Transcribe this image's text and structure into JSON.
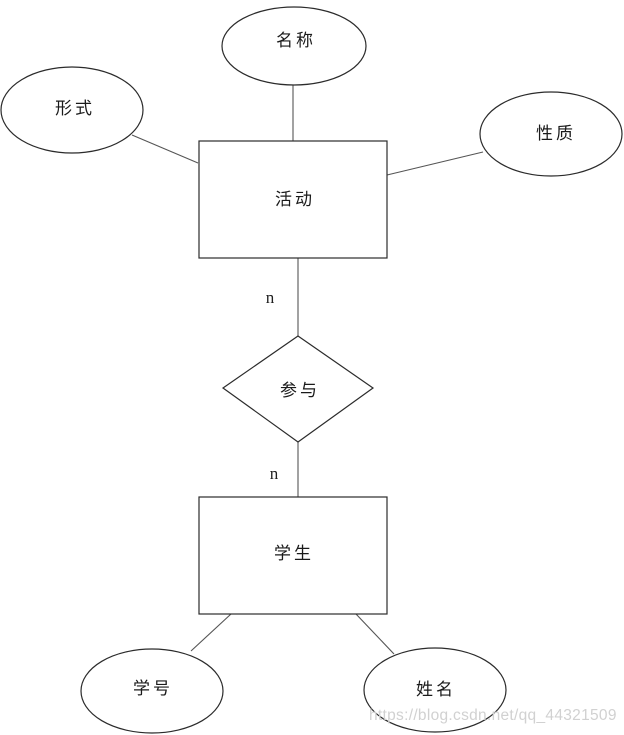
{
  "diagram": {
    "kind": "entity-relationship",
    "nodes": [
      {
        "id": "mingcheng",
        "type": "attribute",
        "shape": "ellipse",
        "label": "名称"
      },
      {
        "id": "xingshi",
        "type": "attribute",
        "shape": "ellipse",
        "label": "形式"
      },
      {
        "id": "xingzhi",
        "type": "attribute",
        "shape": "ellipse",
        "label": "性质"
      },
      {
        "id": "huodong",
        "type": "entity",
        "shape": "rectangle",
        "label": "活动"
      },
      {
        "id": "canyu",
        "type": "relationship",
        "shape": "diamond",
        "label": "参与"
      },
      {
        "id": "xuesheng",
        "type": "entity",
        "shape": "rectangle",
        "label": "学生"
      },
      {
        "id": "xuehao",
        "type": "attribute",
        "shape": "ellipse",
        "label": "学号"
      },
      {
        "id": "xingming",
        "type": "attribute",
        "shape": "ellipse",
        "label": "姓名"
      }
    ],
    "edges": [
      {
        "from": "名称",
        "to": "活动",
        "label": ""
      },
      {
        "from": "形式",
        "to": "活动",
        "label": ""
      },
      {
        "from": "活动",
        "to": "性质",
        "label": ""
      },
      {
        "from": "活动",
        "to": "参与",
        "label": "n"
      },
      {
        "from": "参与",
        "to": "学生",
        "label": "n"
      },
      {
        "from": "学生",
        "to": "学号",
        "label": ""
      },
      {
        "from": "学生",
        "to": "姓名",
        "label": ""
      }
    ]
  },
  "colors": {
    "background": "#ffffff",
    "shape_stroke": "#2b2b2b",
    "edge_stroke": "#555555",
    "label_text": "#1a1a1a",
    "watermark_text": "#d1d1d1"
  },
  "watermark": {
    "text": "https://blog.csdn.net/qq_44321509"
  }
}
